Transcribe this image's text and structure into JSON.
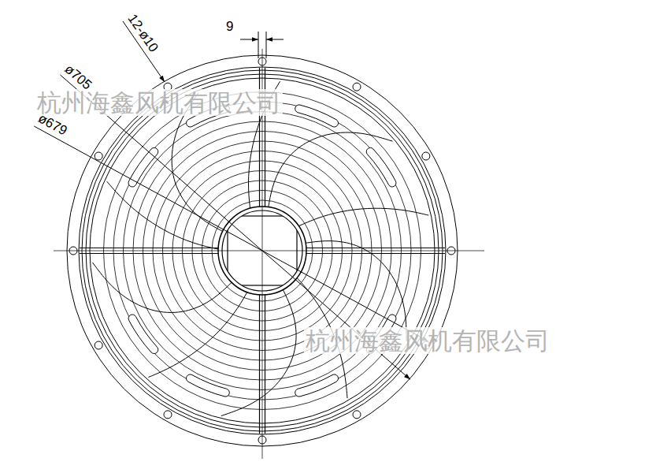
{
  "diagram": {
    "labels": [
      "9",
      "12-ø10",
      "ø705",
      "ø679",
      "杭州海鑫风机有限公司",
      "杭州海鑫风机有限公司"
    ]
  }
}
